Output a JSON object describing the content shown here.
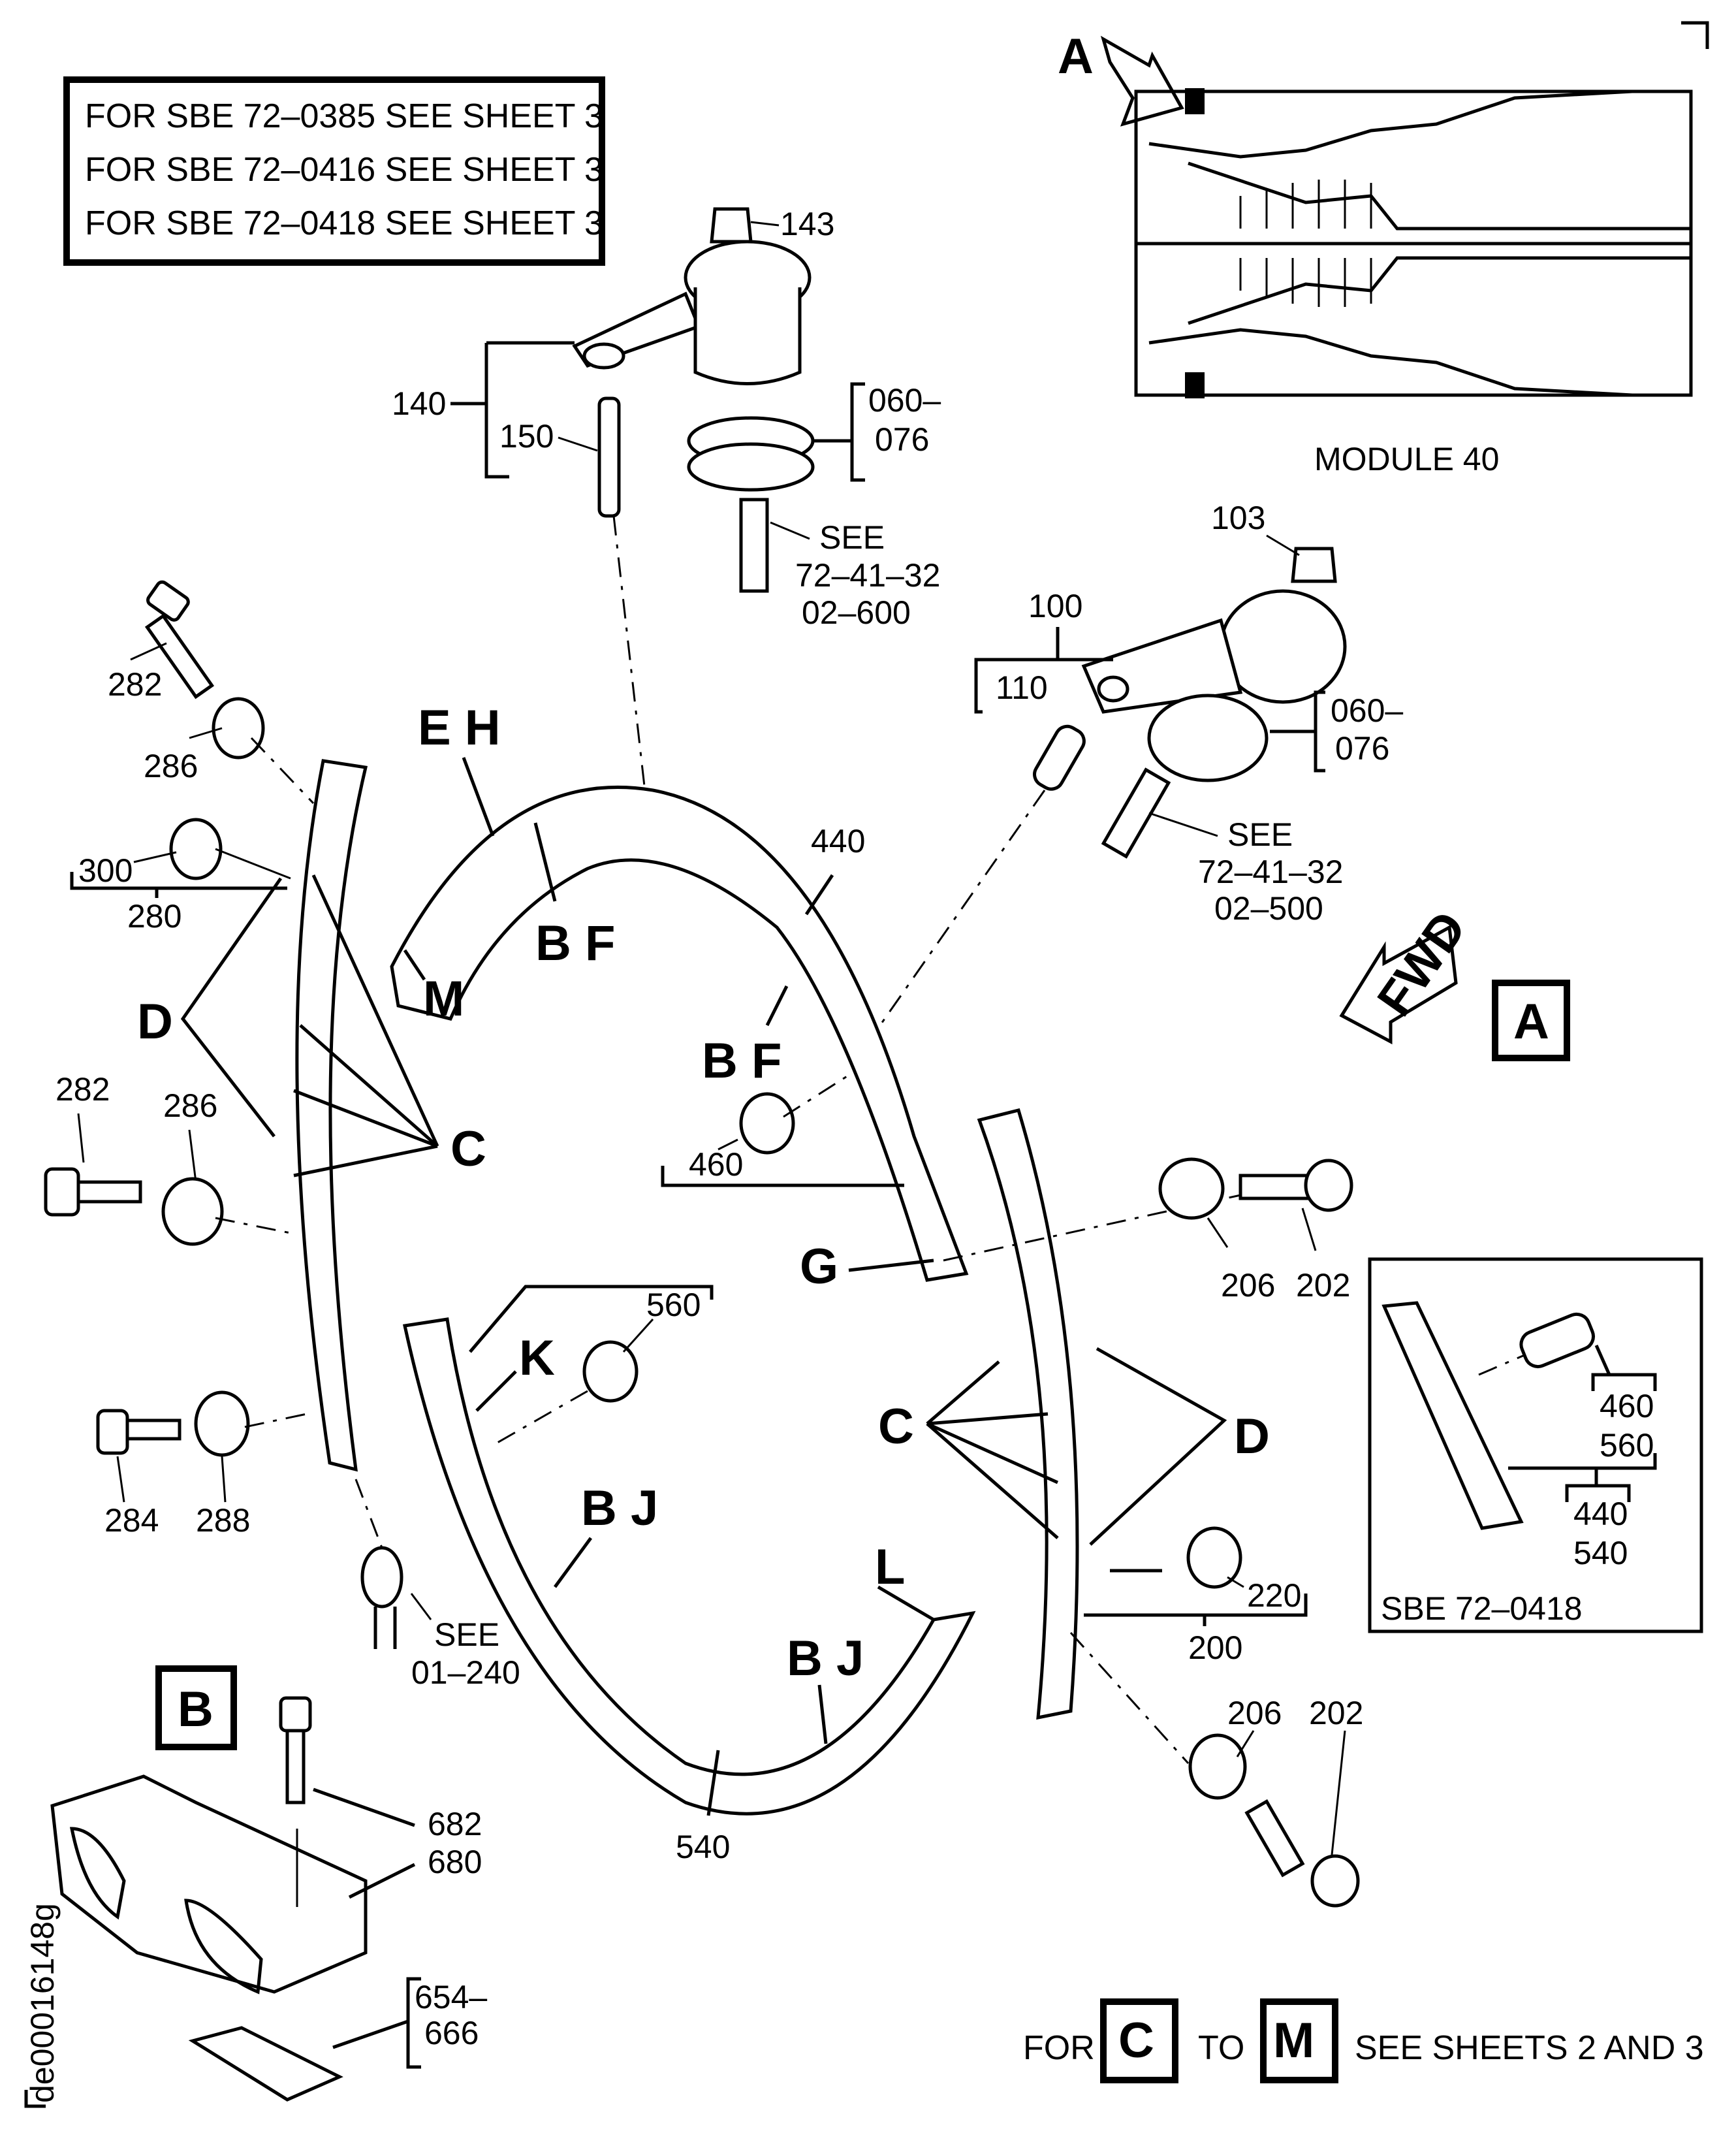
{
  "notes_box": {
    "lines": [
      "FOR SBE 72–0385 SEE SHEET 3",
      "FOR SBE 72–0416 SEE SHEET 3",
      "FOR SBE 72–0418 SEE SHEET 3"
    ]
  },
  "module_view": {
    "arrow_label": "A",
    "caption": "MODULE 40"
  },
  "callouts": {
    "p143": "143",
    "p140": "140",
    "p150": "150",
    "p060_076_top": [
      "060–",
      "076"
    ],
    "see_top": [
      "SEE",
      "72–41–32",
      "02–600"
    ],
    "p103": "103",
    "p100": "100",
    "p110": "110",
    "p060_076_right": [
      "060–",
      "076"
    ],
    "see_right": [
      "SEE",
      "72–41–32",
      "02–500"
    ],
    "p282_top": "282",
    "p286_top": "286",
    "p300": "300",
    "p280": "280",
    "p440": "440",
    "p460": "460",
    "p282_mid": "282",
    "p286_mid": "286",
    "p284": "284",
    "p288": "288",
    "see_bottom": [
      "SEE",
      "01–240"
    ],
    "p560": "560",
    "p206_top": "206",
    "p202_top": "202",
    "p220": "220",
    "p200": "200",
    "p206_bot": "206",
    "p202_bot": "202",
    "p540": "540",
    "p682": "682",
    "p680": "680",
    "p654_666": [
      "654–",
      "666"
    ]
  },
  "letters": {
    "EH": "E H",
    "BF_1": "B F",
    "M": "M",
    "BF_2": "B F",
    "D_left": "D",
    "C_left": "C",
    "G": "G",
    "K": "K",
    "BJ_1": "B J",
    "BJ_2": "B J",
    "L": "L",
    "C_right": "C",
    "D_right": "D"
  },
  "fwd_arrow": {
    "label": "FWD"
  },
  "view_tags": {
    "A": "A",
    "B": "B"
  },
  "sbe_inset": {
    "p460": "460",
    "p560": "560",
    "p440": "440",
    "p540": "540",
    "caption": "SBE 72–0418"
  },
  "footer": {
    "prefix": "FOR",
    "from_tag": "C",
    "middle": "TO",
    "to_tag": "M",
    "suffix": "SEE SHEETS 2 AND 3"
  },
  "figure_id": "de00016148g"
}
